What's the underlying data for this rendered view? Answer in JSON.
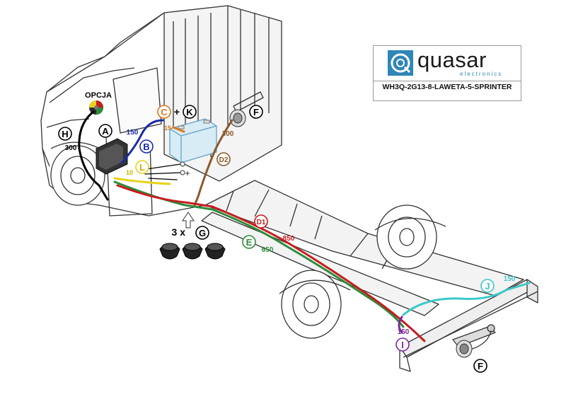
{
  "brand": {
    "name": "quasar",
    "subtitle": "electronics",
    "color": "#2f86b7"
  },
  "product_code": "WH3Q-2G13-8-LAWETA-5-SPRINTER",
  "callouts": {
    "A": "A",
    "B": "B",
    "C": "C",
    "K": "K",
    "plus": "+",
    "D1": "D1",
    "D2": "D2",
    "E": "E",
    "F_top": "F",
    "F_bottom": "F",
    "G": "G",
    "G_prefix": "3 x",
    "H": "H",
    "I": "I",
    "J": "J",
    "L": "L"
  },
  "texts": {
    "opcja": "OPCJA"
  },
  "lengths": {
    "H": "300",
    "B": "150",
    "C": "15",
    "D2": "300",
    "L": "10",
    "D1": "850",
    "E": "650",
    "I": "150",
    "J": "150"
  },
  "wire_colors": {
    "A": "#000000",
    "B": "#1b2aa8",
    "C": "#d97a1e",
    "D1": "#c41d1d",
    "D2": "#8a5a2b",
    "E": "#2e8b3a",
    "H": "#000000",
    "I": "#7a2a96",
    "J": "#3cc8c8",
    "L": "#e6d21a"
  }
}
